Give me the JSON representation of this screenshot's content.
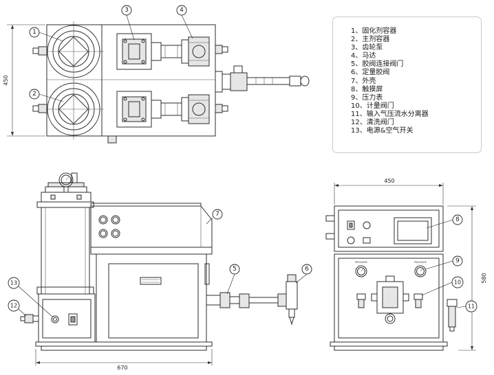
{
  "legend": [
    "1、固化剂容器",
    "2、主剂容器",
    "3、齿轮泵",
    "4、马达",
    "5、胶阀连接阀门",
    "6、定量胶阀",
    "7、外壳",
    "8、触摸屏",
    "9、压力表",
    "10、计量阀门",
    "11、输入气压流水分离器",
    "12、清洗阀门",
    "13、电源&空气开关"
  ],
  "callouts": [
    "1",
    "2",
    "3",
    "4",
    "5",
    "6",
    "7",
    "8",
    "9",
    "10",
    "11",
    "12",
    "13"
  ],
  "dimensions": {
    "top_depth": "450",
    "front_width": "670",
    "side_width": "450",
    "side_height": "580"
  },
  "panel_labels": {
    "pressure_left": "PRESSURE",
    "pressure_right": "PRESSURE"
  }
}
